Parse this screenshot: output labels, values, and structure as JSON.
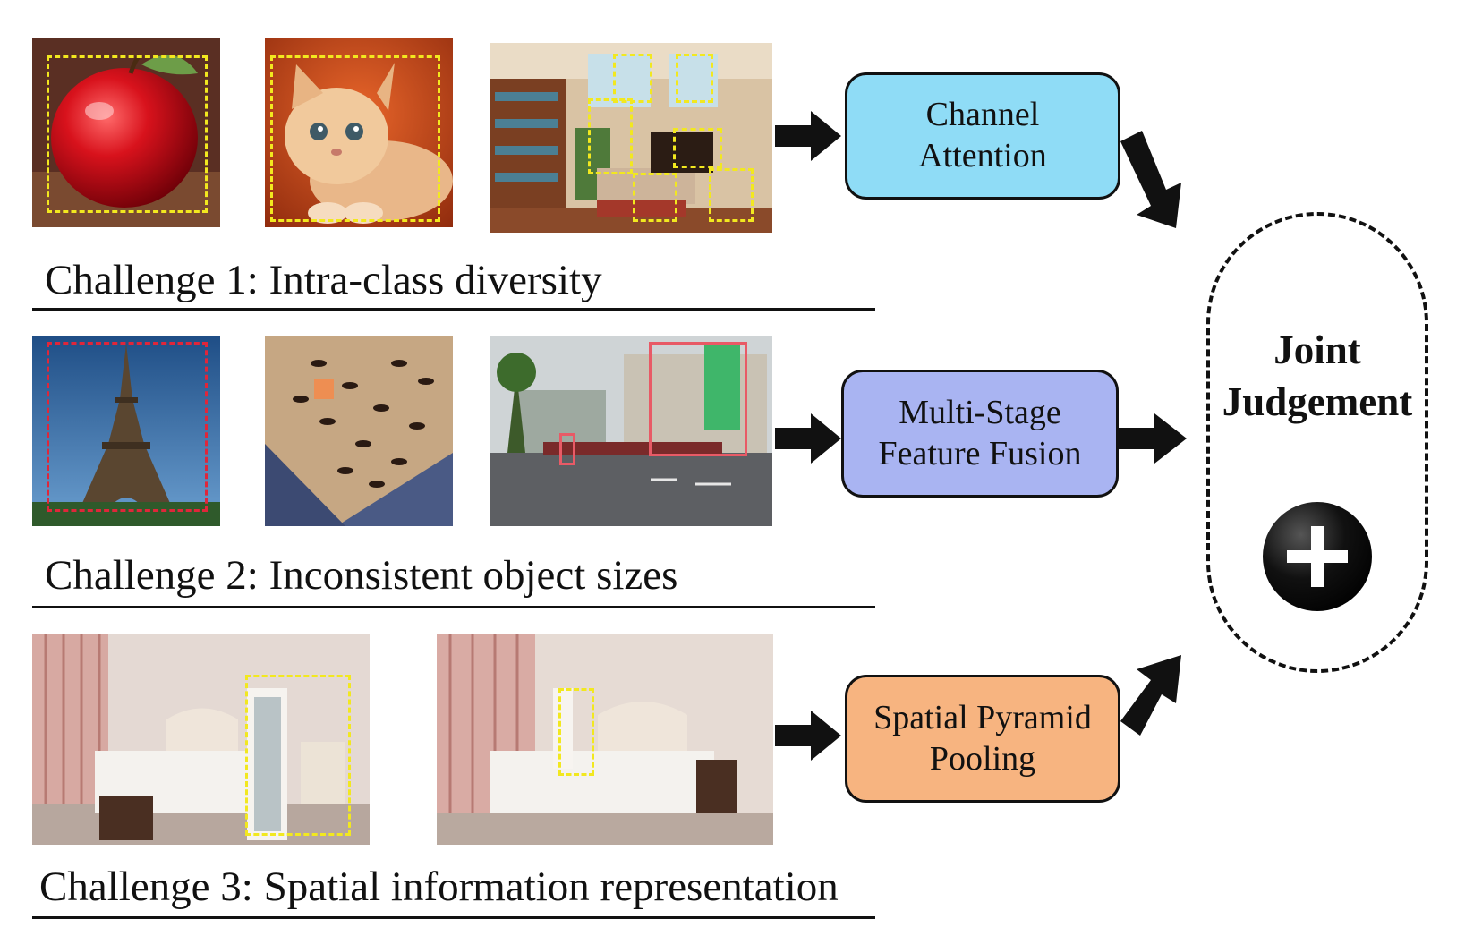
{
  "challenges": [
    {
      "label": "Challenge 1: Intra-class diversity",
      "images": [
        "apple-photo",
        "kitten-photo",
        "living-room-photo"
      ]
    },
    {
      "label": "Challenge 2: Inconsistent object sizes",
      "images": [
        "eiffel-tower-photo",
        "ants-photo",
        "street-photo"
      ]
    },
    {
      "label": "Challenge 3: Spatial information representation",
      "images": [
        "bedroom-photo-left",
        "bedroom-photo-right"
      ]
    }
  ],
  "modules": [
    {
      "lines": [
        "Channel",
        "Attention"
      ],
      "color": "#8fdcf6"
    },
    {
      "lines": [
        "Multi-Stage",
        "Feature Fusion"
      ],
      "color": "#a9b4f2"
    },
    {
      "lines": [
        "Spatial Pyramid",
        "Pooling"
      ],
      "color": "#f7b480"
    }
  ],
  "joint": {
    "lines": [
      "Joint",
      "Judgement"
    ],
    "symbol": "plus-icon"
  },
  "colors": {
    "yellow_box": "#f2e81f",
    "red_box": "#e0263a",
    "arrow": "#111111"
  }
}
